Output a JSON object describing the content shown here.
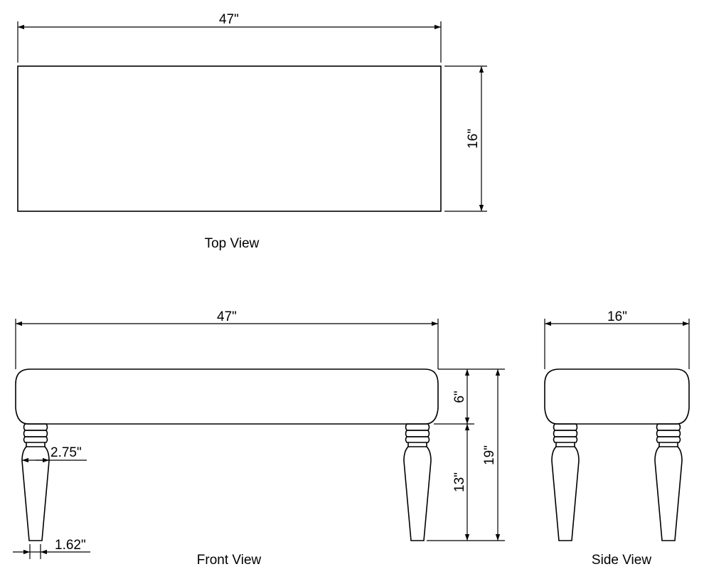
{
  "views": {
    "top": {
      "caption": "Top View",
      "width_label": "47\"",
      "depth_label": "16\""
    },
    "front": {
      "caption": "Front View",
      "width_label": "47\"",
      "seat_height_label": "6\"",
      "leg_height_label": "13\"",
      "total_height_label": "19\"",
      "leg_top_width_label": "2.75\"",
      "leg_bottom_width_label": "1.62\""
    },
    "side": {
      "caption": "Side View",
      "depth_label": "16\""
    }
  },
  "colors": {
    "line": "#000000",
    "background": "#ffffff"
  }
}
